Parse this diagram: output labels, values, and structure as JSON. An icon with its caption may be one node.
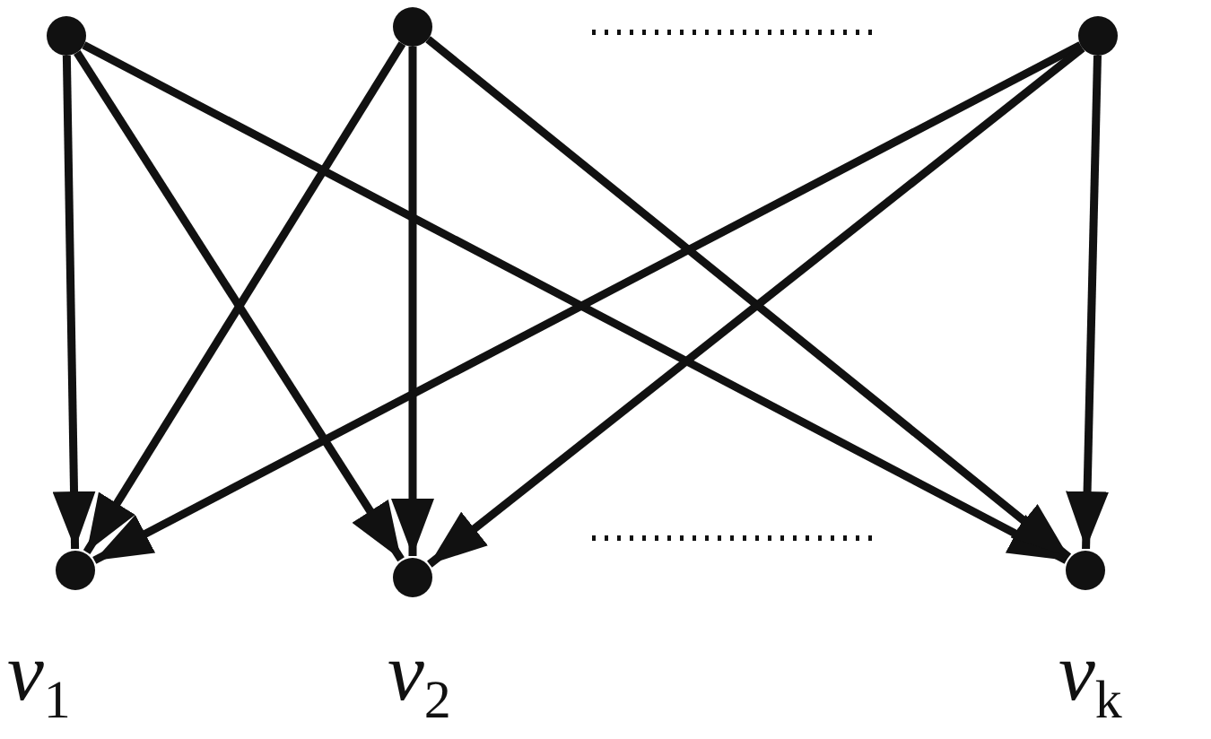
{
  "diagram": {
    "nodes": [
      {
        "text": [],
        "shape": "circle"
      },
      {
        "text": [],
        "shape": "circle"
      },
      {
        "text": [],
        "shape": "circle"
      },
      {
        "text": [],
        "shape": "circle",
        "beside": [
          "v$_{1}$"
        ]
      },
      {
        "text": [],
        "shape": "circle",
        "beside": [
          "v$_{2}$"
        ]
      },
      {
        "text": [],
        "shape": "circle",
        "beside": [
          "v$_{k}$"
        ]
      }
    ],
    "edges": [
      {
        "from": 0,
        "to": 3,
        "arrow": "to"
      },
      {
        "from": 0,
        "to": 4,
        "arrow": "to"
      },
      {
        "from": 0,
        "to": 5,
        "arrow": "to"
      },
      {
        "from": 1,
        "to": 3,
        "arrow": "to"
      },
      {
        "from": 1,
        "to": 4,
        "arrow": "to"
      },
      {
        "from": 1,
        "to": 5,
        "arrow": "to"
      },
      {
        "from": 2,
        "to": 3,
        "arrow": "to"
      },
      {
        "from": 2,
        "to": 4,
        "arrow": "to"
      },
      {
        "from": 2,
        "to": 5,
        "arrow": "to"
      }
    ]
  }
}
